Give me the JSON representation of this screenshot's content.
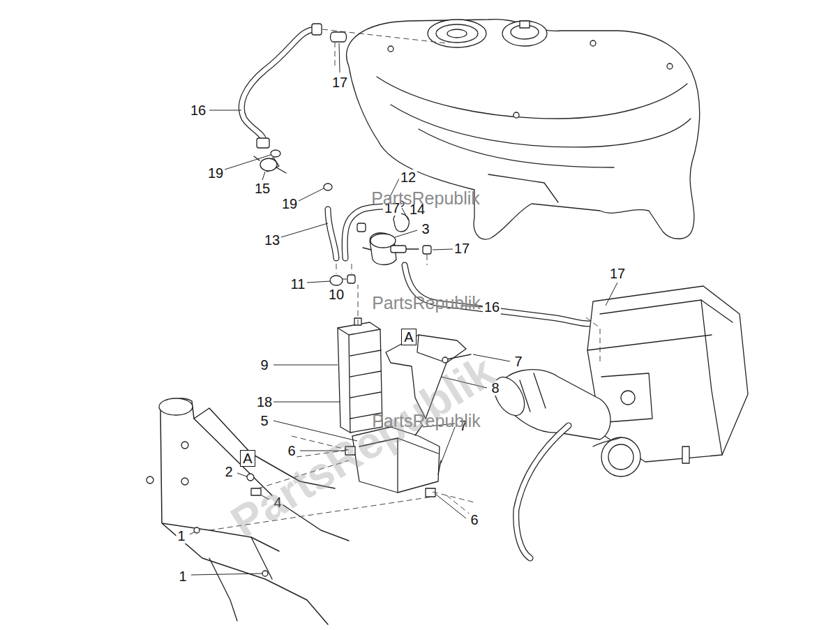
{
  "diagram": {
    "nodes": [
      {
        "text": [
          "A"
        ]
      },
      {
        "text": [
          "A"
        ]
      }
    ],
    "labels": [
      "17",
      "16",
      "19",
      "15",
      "19",
      "12",
      "17",
      "14",
      "13",
      "3",
      "17",
      "11",
      "10",
      "16",
      "17",
      "9",
      "7",
      "8",
      "18",
      "5",
      "7",
      "6",
      "2",
      "4",
      "6",
      "1",
      "1",
      "PartsRepublik",
      "PartsRepublik",
      "PartsRepublik",
      "PartsRepublik"
    ]
  }
}
